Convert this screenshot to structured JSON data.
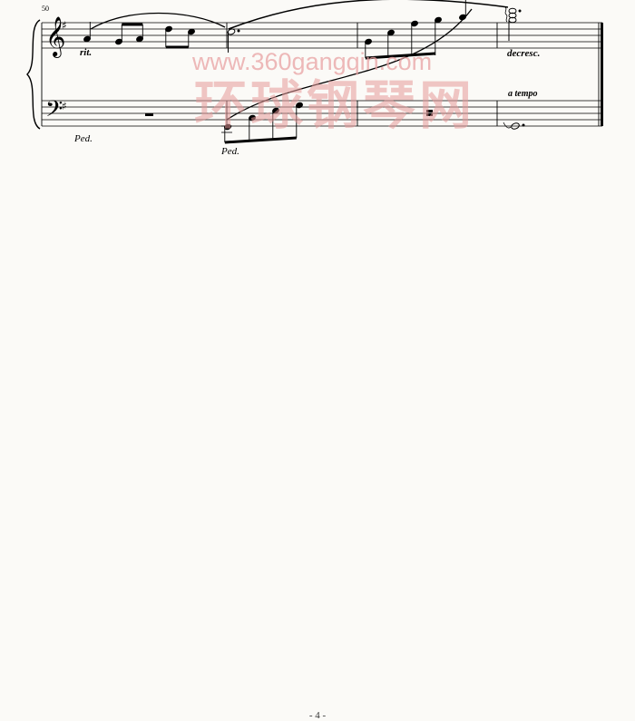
{
  "score": {
    "measure_number": "50",
    "expressions": {
      "rit": "rit.",
      "decresc": "decresc.",
      "a_tempo": "a tempo"
    },
    "pedal_marks": [
      "Ped.",
      "Ped."
    ],
    "key_signature": "G major (1 sharp)",
    "clefs": [
      "treble-clef",
      "bass-clef"
    ]
  },
  "watermark": {
    "url": "www.360gangqin.com",
    "chinese": "环球钢琴网"
  },
  "footer": {
    "page_number": "- 4 -"
  }
}
